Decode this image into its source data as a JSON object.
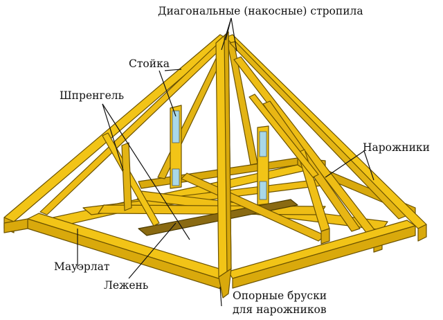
{
  "labels": {
    "diagonal_rafters": "Диагональные (накосные) стропила",
    "post": "Стойка",
    "strut": "Шпренгель",
    "jack_rafters": "Нарожники",
    "wall_plate": "Мауэрлат",
    "sill": "Лежень",
    "support_bars_line1": "Опорные бруски",
    "support_bars_line2": "для нарожников"
  },
  "colors": {
    "wood": "#f2c417",
    "wood_shade": "#d9a90c",
    "wood_dark": "#8a6a12",
    "outline": "#6b5200",
    "metal_tie": "#a9d8e8",
    "text": "#111111",
    "background": "#ffffff"
  }
}
